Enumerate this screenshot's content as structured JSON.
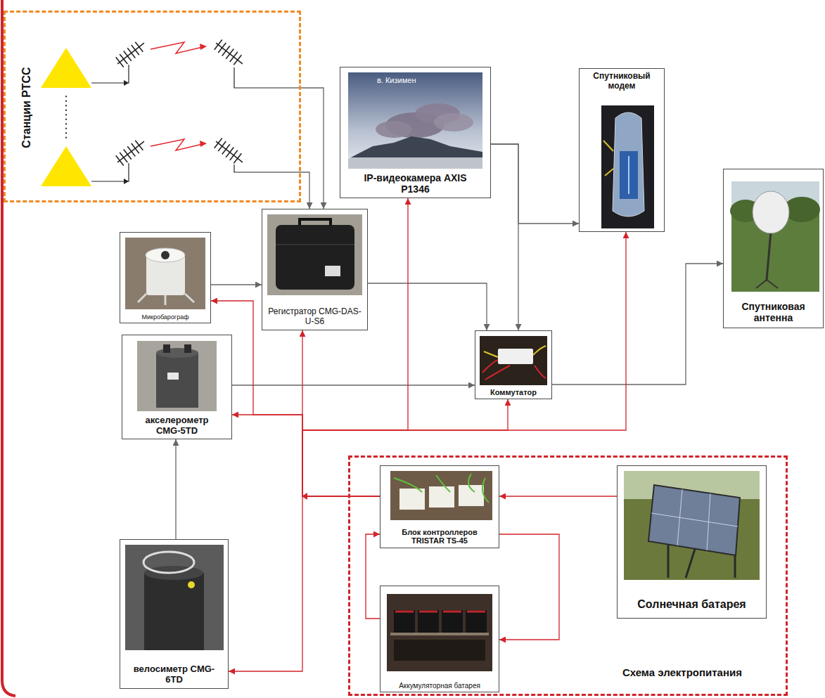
{
  "diagram": {
    "nodes": [
      {
        "text": [
          "Станции РТСС"
        ]
      },
      {
        "text": [
          "в. Кизимен",
          "IP-видеокамера AXIS P1346"
        ]
      },
      {
        "text": [
          "Спутниковый модем"
        ]
      },
      {
        "text": [
          "Спутниковая антенна"
        ]
      },
      {
        "text": [
          "Микробарограф"
        ]
      },
      {
        "text": [
          "Регистратор CMG-DAS-U-S6"
        ]
      },
      {
        "text": [
          "Коммутатор"
        ]
      },
      {
        "text": [
          "акселерометр CMG-5TD"
        ]
      },
      {
        "text": [
          "велосиметр CMG-6TD"
        ]
      },
      {
        "text": [
          "Схема электропитания"
        ]
      },
      {
        "text": [
          "Блок контроллеров TRISTAR TS-45"
        ],
        "in": 9
      },
      {
        "text": [
          "Аккумуляторная батарея"
        ],
        "in": 9
      },
      {
        "text": [
          "Солнечная батарея"
        ],
        "in": 9
      }
    ],
    "edges": [
      {
        "from": 0,
        "to": 5,
        "arrow": "to"
      },
      {
        "from": 0,
        "to": 5,
        "arrow": "to"
      },
      {
        "from": 4,
        "to": 5,
        "arrow": "to"
      },
      {
        "from": 5,
        "to": 6,
        "arrow": "to"
      },
      {
        "from": 1,
        "to": 6,
        "arrow": "to"
      },
      {
        "from": 1,
        "to": 2,
        "arrow": "to"
      },
      {
        "from": 7,
        "to": 6,
        "arrow": "to"
      },
      {
        "from": 8,
        "to": 7,
        "arrow": "to"
      },
      {
        "from": 6,
        "to": 3,
        "arrow": "to"
      },
      {
        "from": 12,
        "to": 10,
        "arrow": "to"
      },
      {
        "from": 10,
        "to": 11,
        "arrow": "to"
      },
      {
        "from": 11,
        "to": 10,
        "arrow": "to"
      },
      {
        "from": 10,
        "to": 5,
        "arrow": "to"
      },
      {
        "from": 10,
        "to": 4,
        "arrow": "to"
      },
      {
        "from": 10,
        "to": 7,
        "arrow": "to"
      },
      {
        "from": 10,
        "to": 8,
        "arrow": "to"
      },
      {
        "from": 10,
        "to": 1,
        "arrow": "to"
      },
      {
        "from": 10,
        "to": 6,
        "arrow": "to"
      },
      {
        "from": 10,
        "to": 2,
        "arrow": "to"
      }
    ]
  }
}
